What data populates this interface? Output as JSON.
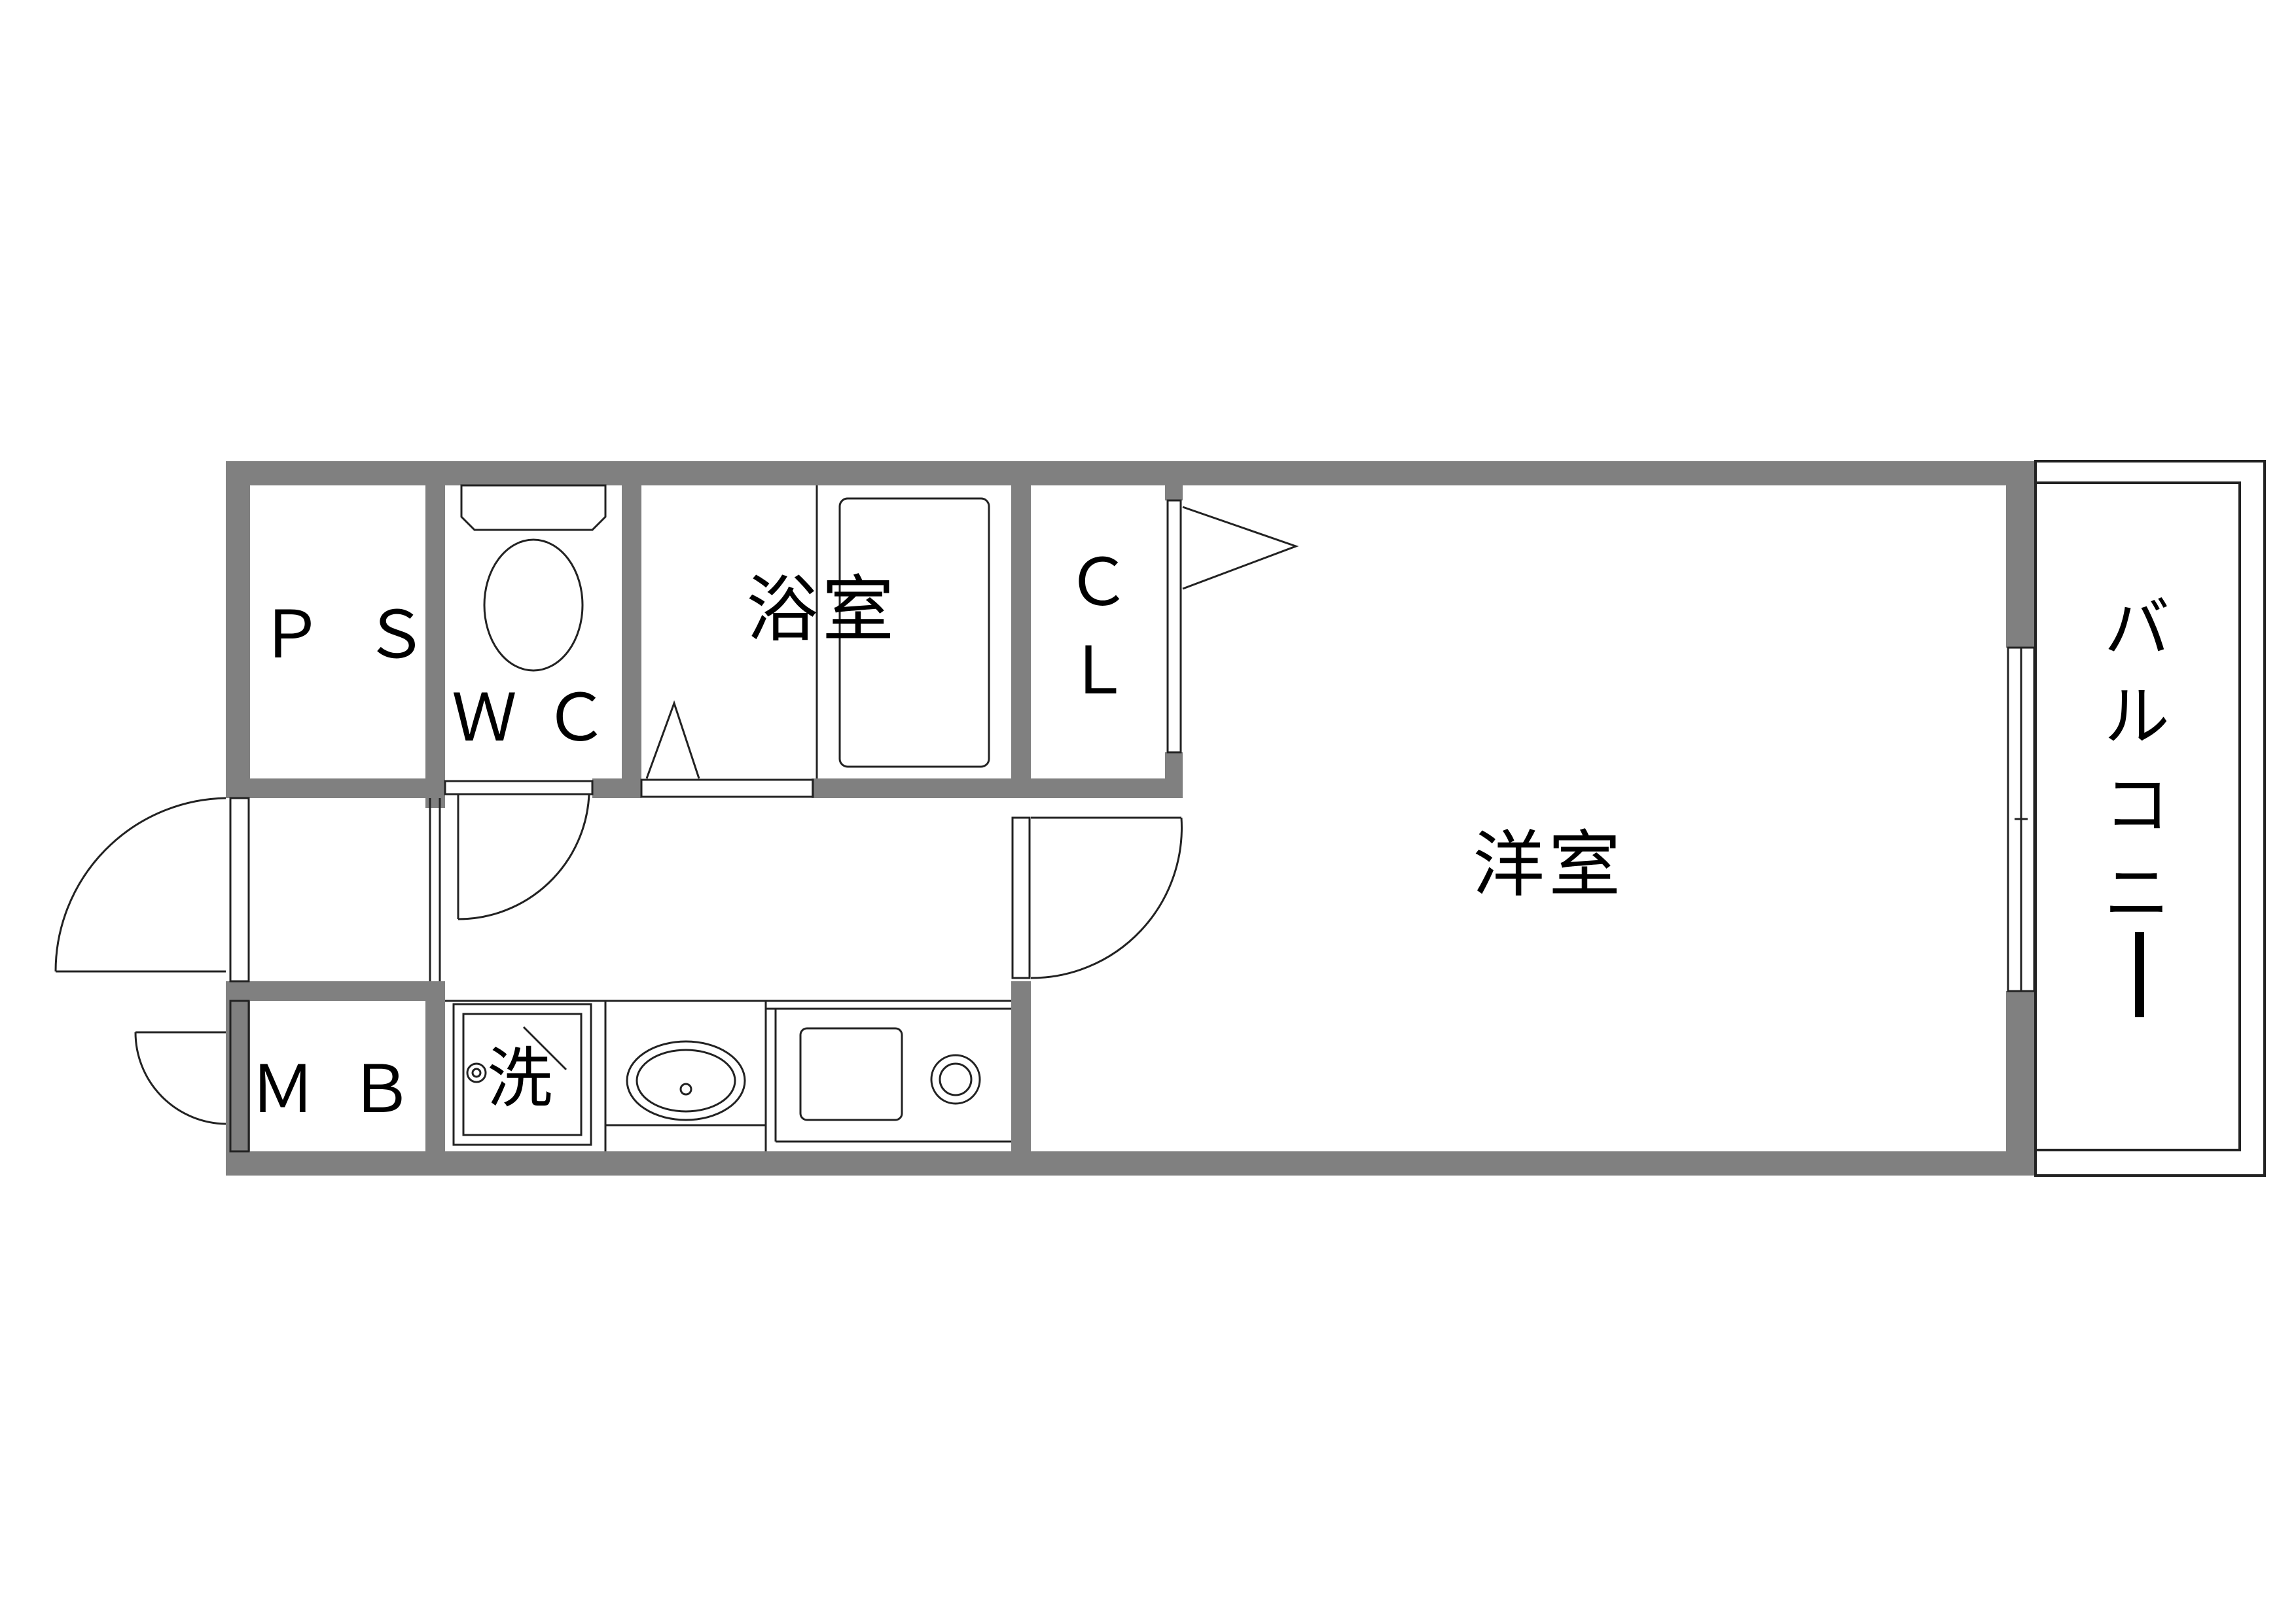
{
  "rooms": {
    "ps": "ＰＳ",
    "wc": "ＷＣ",
    "bath": "浴室",
    "closet_top": "Ｃ",
    "closet_bottom": "Ｌ",
    "western_room": "洋室",
    "mb": "ＭＢ",
    "washer": "洗",
    "balcony_chars": [
      "バ",
      "ル",
      "コ",
      "ニ",
      "ー"
    ]
  },
  "colors": {
    "wall": "#808080",
    "line": "#222222",
    "background": "#ffffff"
  }
}
